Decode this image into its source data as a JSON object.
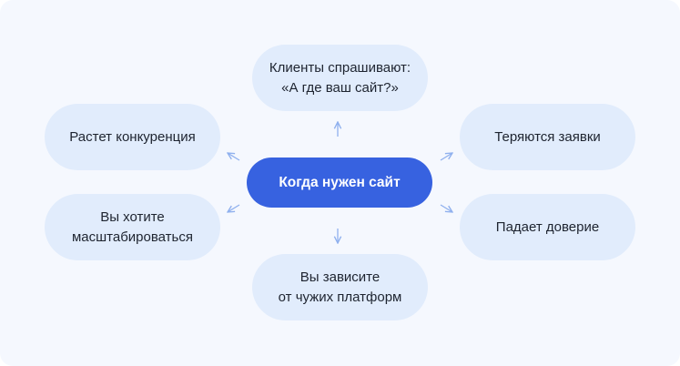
{
  "center": {
    "label": "Когда нужен сайт"
  },
  "nodes": {
    "top": {
      "lines": [
        "Клиенты спрашивают:",
        "«А где ваш сайт?»"
      ]
    },
    "left_top": {
      "lines": [
        "Растет конкуренция"
      ]
    },
    "right_top": {
      "lines": [
        "Теряются заявки"
      ]
    },
    "left_bottom": {
      "lines": [
        "Вы хотите",
        "масштабироваться"
      ]
    },
    "right_bottom": {
      "lines": [
        "Падает доверие"
      ]
    },
    "bottom": {
      "lines": [
        "Вы зависите",
        "от чужих платформ"
      ]
    }
  },
  "colors": {
    "background": "#f5f8fe",
    "center": "#3762e0",
    "node": "#e1ecfc",
    "arrow": "#8fb0ee"
  }
}
